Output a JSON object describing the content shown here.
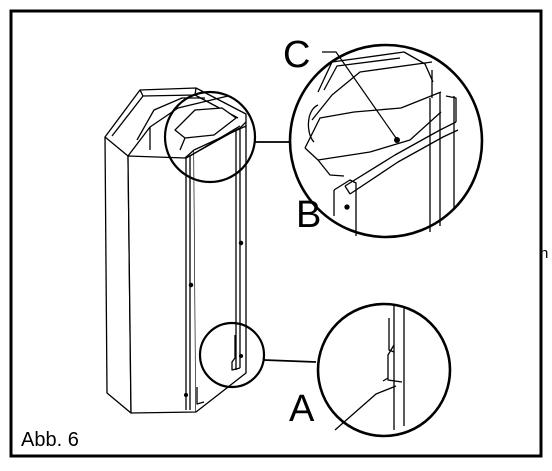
{
  "figure": {
    "caption": "Abb. 6",
    "labels": {
      "a": "A",
      "b": "B",
      "c": "C"
    },
    "edge_fragment": "n"
  },
  "colors": {
    "line": "#000000",
    "background": "#ffffff"
  }
}
